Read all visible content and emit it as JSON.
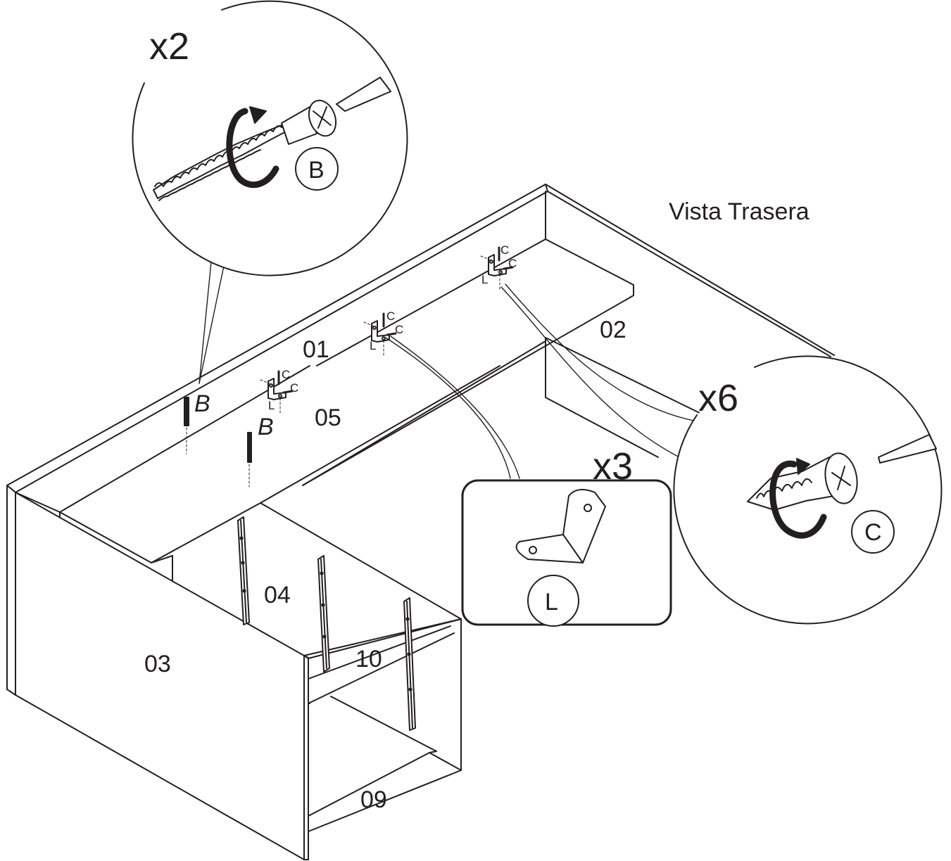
{
  "title": "Vista Trasera",
  "callouts": {
    "screw_b": {
      "quantity": "x2",
      "code": "B"
    },
    "bracket_l": {
      "quantity": "x3",
      "code": "L"
    },
    "screw_c": {
      "quantity": "x6",
      "code": "C"
    }
  },
  "parts": {
    "p01": "01",
    "p02": "02",
    "p03": "03",
    "p04": "04",
    "p05": "05",
    "p09": "09",
    "p10": "10"
  },
  "markers": {
    "screw_b": "B",
    "screw_c": "C",
    "bracket_l": "L"
  }
}
